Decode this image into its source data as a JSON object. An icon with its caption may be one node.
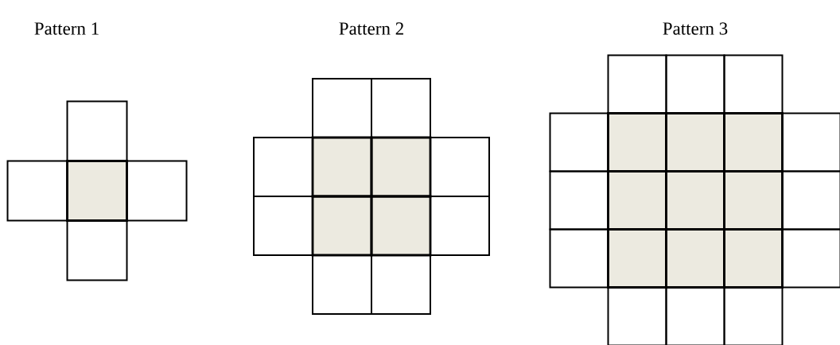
{
  "diagram": {
    "labels": [
      "Pattern 1",
      "Pattern 2",
      "Pattern 3"
    ]
  }
}
